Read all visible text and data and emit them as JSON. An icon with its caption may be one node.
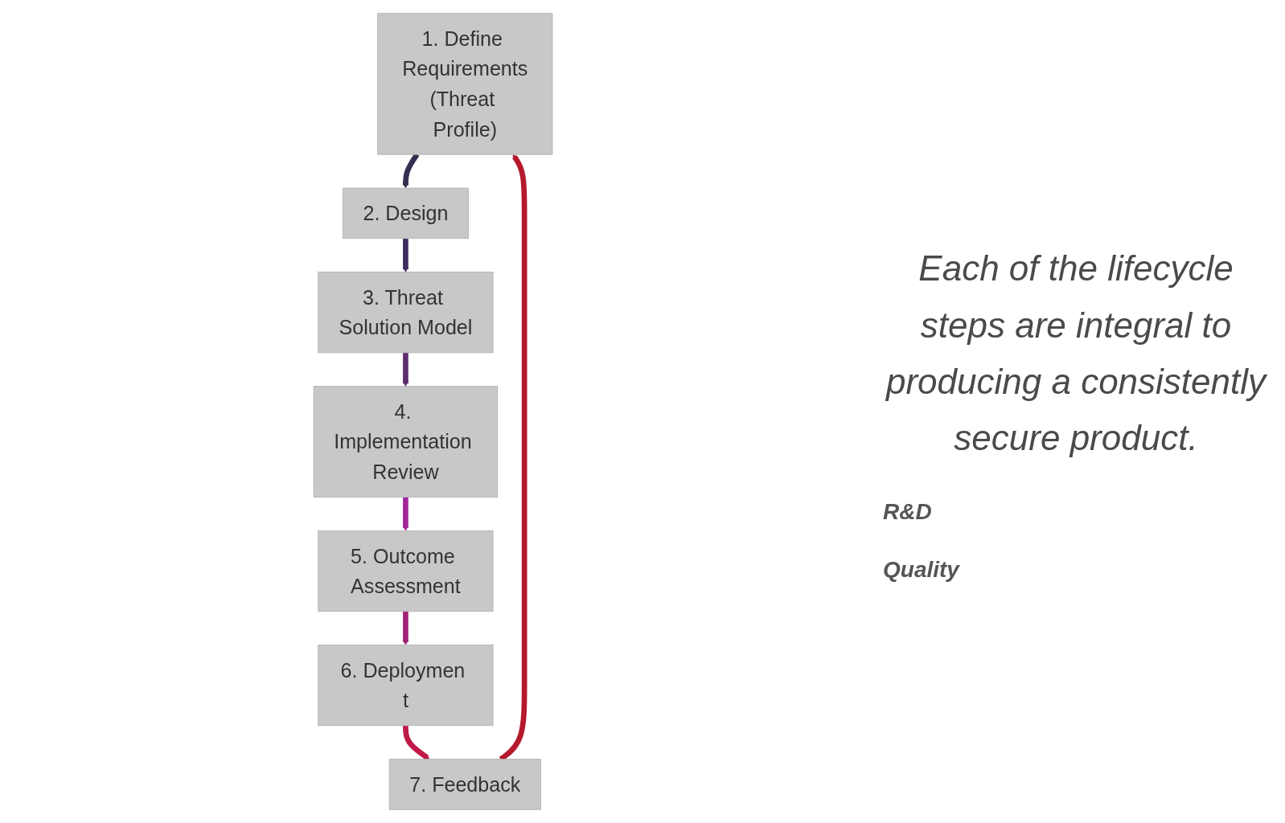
{
  "diagram": {
    "nodes": [
      {
        "text": [
          "1. Define Requirements",
          "(Threat Profile)"
        ]
      },
      {
        "text": [
          "2. Design"
        ]
      },
      {
        "text": [
          "3. Threat Solution Model"
        ]
      },
      {
        "text": [
          "4. Implementation Review"
        ]
      },
      {
        "text": [
          "5. Outcome Assessment"
        ]
      },
      {
        "text": [
          "6. Deploymen t"
        ]
      },
      {
        "text": [
          "7. Feedback"
        ]
      }
    ],
    "edges": [
      {
        "from": 0,
        "to": 1,
        "arrow": "to",
        "color": "#33304f"
      },
      {
        "from": 1,
        "to": 2,
        "arrow": "to",
        "color": "#3f2d5e"
      },
      {
        "from": 2,
        "to": 3,
        "arrow": "to",
        "color": "#5e2c70"
      },
      {
        "from": 3,
        "to": 4,
        "arrow": "to",
        "color": "#a4259a"
      },
      {
        "from": 4,
        "to": 5,
        "arrow": "to",
        "color": "#a12276"
      },
      {
        "from": 5,
        "to": 6,
        "arrow": "to",
        "color": "#c0194a"
      },
      {
        "from": 6,
        "to": 0,
        "arrow": "to",
        "color": "#b5192e"
      }
    ],
    "labels": [
      "Each of the lifecycle steps are integral to producing a consistently secure product.",
      "R&D",
      "Quality"
    ]
  }
}
